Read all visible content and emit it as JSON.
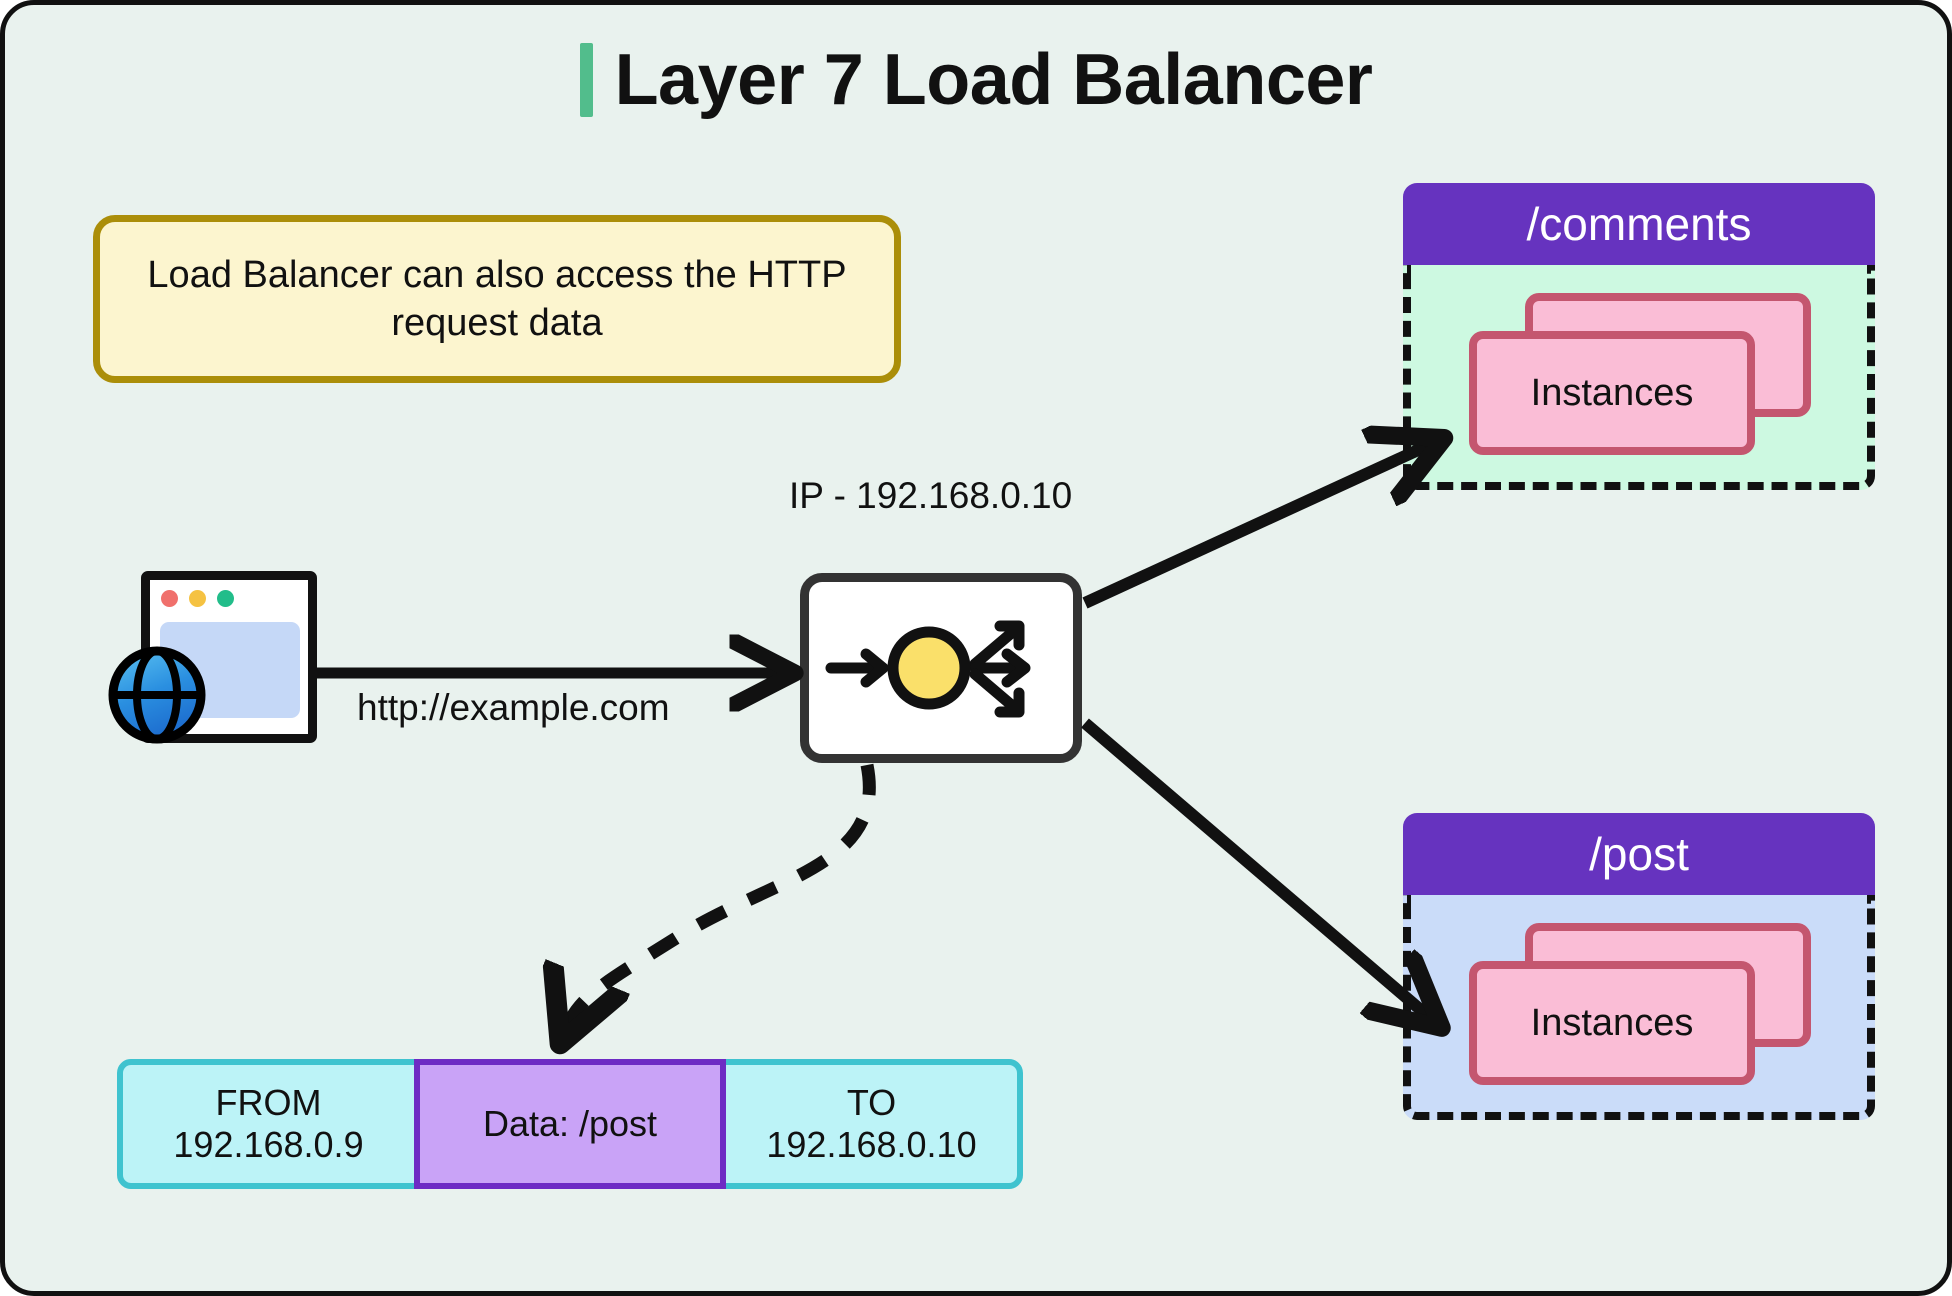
{
  "page": {
    "background_color": "#e9f2ee",
    "border_color": "#111111"
  },
  "header": {
    "title": "Layer 7 Load Balancer",
    "accent_color": "#52bd8c"
  },
  "callout": {
    "text": "Load Balancer can also access the HTTP request data",
    "fill_color": "#fcf5cf",
    "border_color": "#ab8e09"
  },
  "client": {
    "icon": "browser-window-with-globe",
    "dots": [
      "#f0706c",
      "#f5c242",
      "#22bd8a"
    ]
  },
  "flow": {
    "request_url": "http://example.com",
    "load_balancer_ip": "IP - 192.168.0.10"
  },
  "load_balancer": {
    "icon": "load-balancer-distribute-icon",
    "node_color": "#fae06a",
    "box_fill": "#ffffff",
    "box_border": "#333333"
  },
  "backends": [
    {
      "path": "/comments",
      "header_color": "#6633bf",
      "body_color": "#cdf9e1",
      "instances_label": "Instances",
      "instance_count": 2
    },
    {
      "path": "/post",
      "header_color": "#6633bf",
      "body_color": "#cadcf9",
      "instances_label": "Instances",
      "instance_count": 2
    }
  ],
  "packet": {
    "from_label": "FROM",
    "from_ip": "192.168.0.9",
    "data_label": "Data: /post",
    "to_label": "TO",
    "to_ip": "192.168.0.10",
    "fill_color": "#bcf3f7",
    "border_color": "#3fc3cf",
    "data_fill_color": "#c9a3f7",
    "data_border_color": "#6d2bc4"
  }
}
